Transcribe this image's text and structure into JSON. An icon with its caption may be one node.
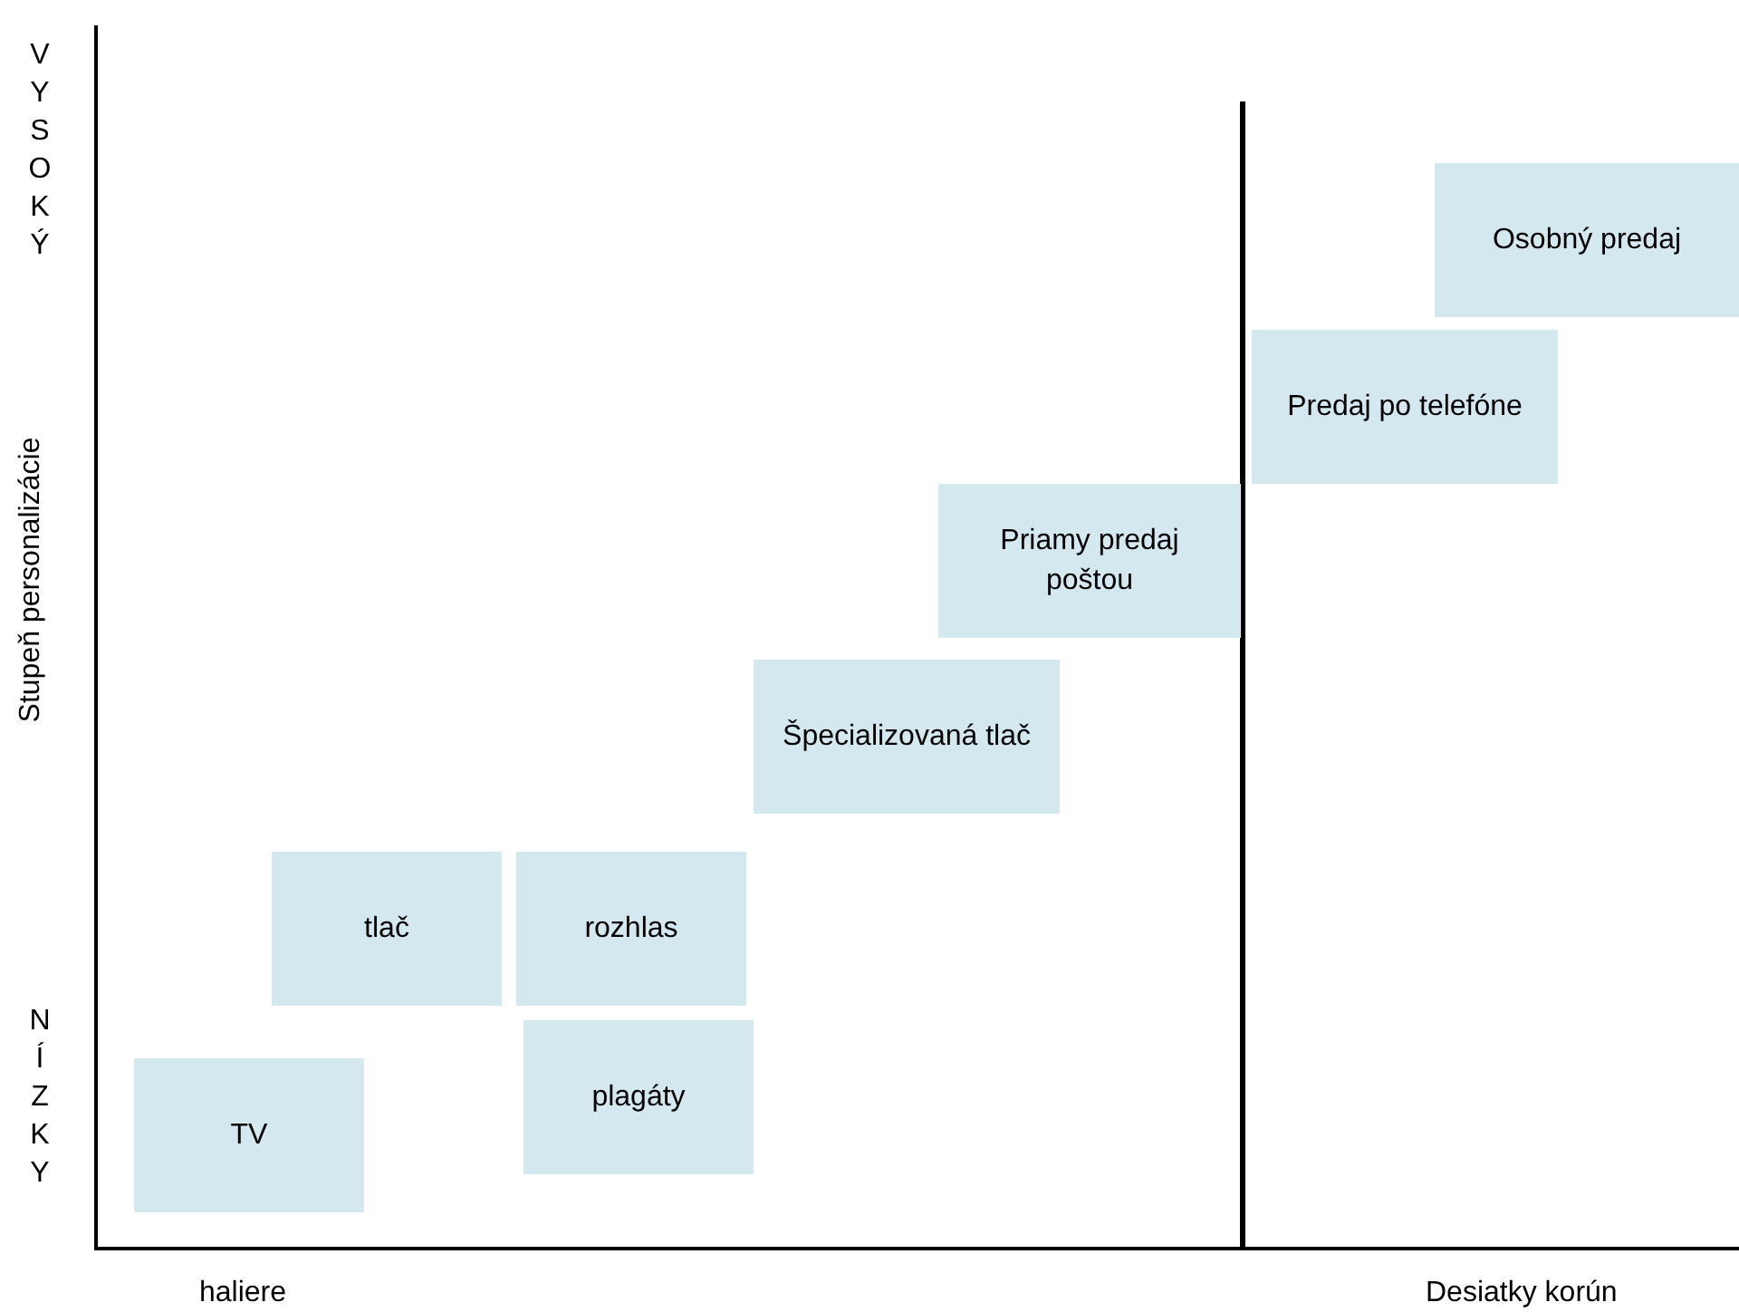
{
  "diagram": {
    "nodes": [
      {
        "text": [
          "Osobný predaj"
        ]
      },
      {
        "text": [
          "Predaj po telefóne"
        ]
      },
      {
        "text": [
          "Priamy predaj poštou"
        ]
      },
      {
        "text": [
          "Špecializovaná tlač"
        ]
      },
      {
        "text": [
          "tlač"
        ]
      },
      {
        "text": [
          "rozhlas"
        ]
      },
      {
        "text": [
          "plagáty"
        ]
      },
      {
        "text": [
          "TV"
        ]
      }
    ],
    "labels": [
      "VYSOKÝ",
      "Stupeň personalizácie",
      "NÍZKY",
      "haliere",
      "Desiatky korún"
    ]
  }
}
